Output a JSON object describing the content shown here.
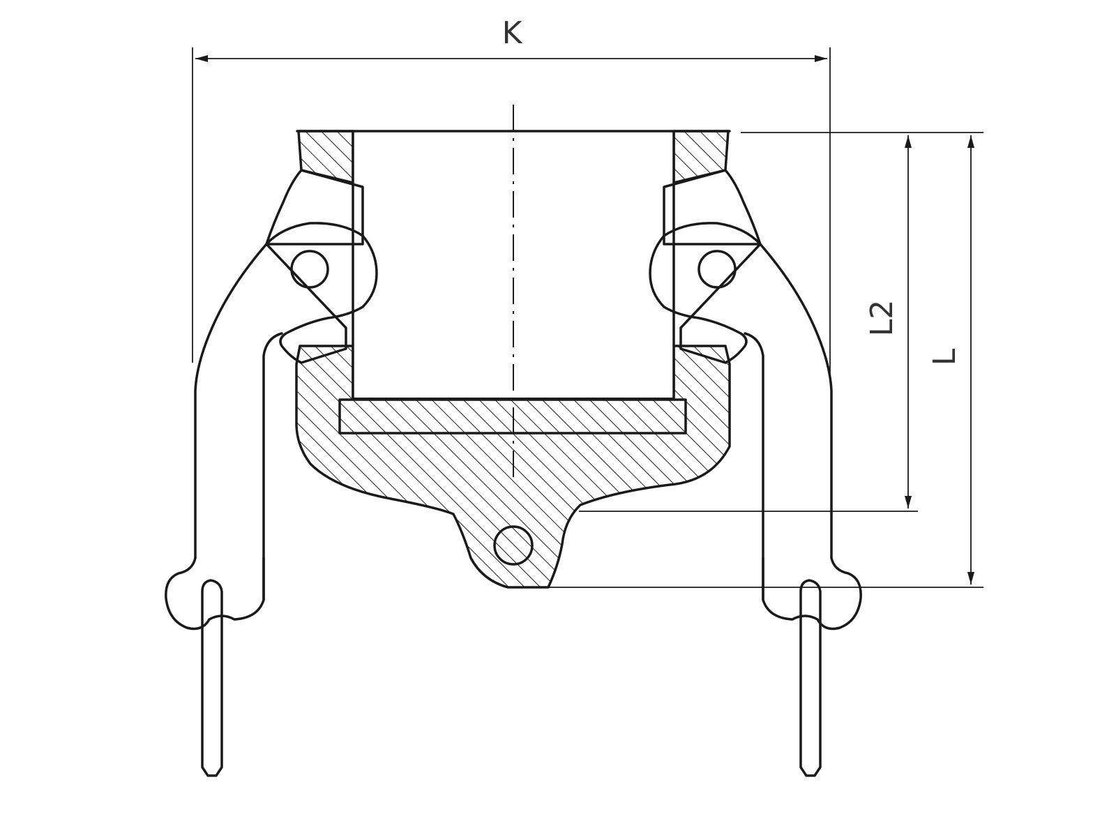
{
  "dimensions": {
    "k": "K",
    "l2": "L2",
    "l": "L"
  },
  "colors": {
    "line": "#1a1a1a",
    "background": "#ffffff"
  }
}
